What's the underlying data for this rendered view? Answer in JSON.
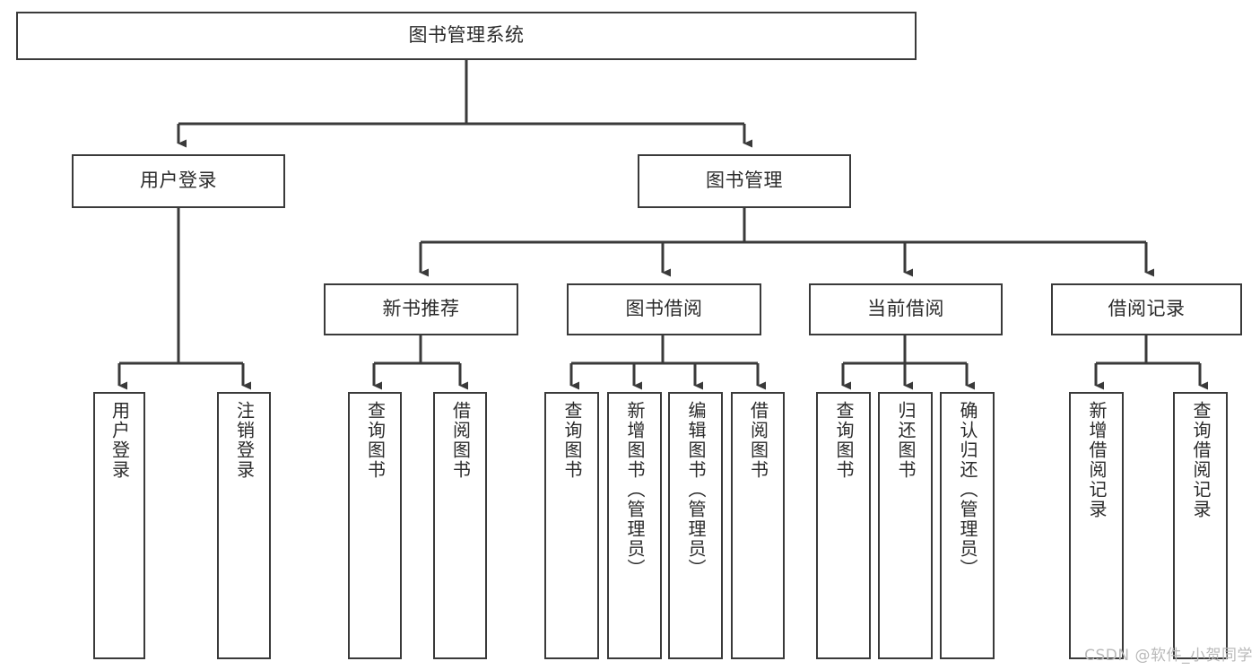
{
  "diagram": {
    "title": "图书管理系统",
    "type": "tree",
    "background_color": "#ffffff",
    "node_border_color": "#3a3a3a",
    "node_fill_color": "#ffffff",
    "text_color": "#2b2b2b",
    "levels": [
      {
        "level": 1,
        "nodes": [
          {
            "id": "root",
            "label": "图书管理系统",
            "orientation": "horizontal"
          }
        ]
      },
      {
        "level": 2,
        "nodes": [
          {
            "id": "user-login",
            "label": "用户登录",
            "orientation": "horizontal",
            "parent": "root"
          },
          {
            "id": "book-manage",
            "label": "图书管理",
            "orientation": "horizontal",
            "parent": "root"
          }
        ]
      },
      {
        "level": 3,
        "nodes": [
          {
            "id": "new-book-rec",
            "label": "新书推荐",
            "orientation": "horizontal",
            "parent": "book-manage"
          },
          {
            "id": "book-borrow",
            "label": "图书借阅",
            "orientation": "horizontal",
            "parent": "book-manage"
          },
          {
            "id": "current-borrow",
            "label": "当前借阅",
            "orientation": "horizontal",
            "parent": "book-manage"
          },
          {
            "id": "borrow-record",
            "label": "借阅记录",
            "orientation": "horizontal",
            "parent": "book-manage"
          }
        ]
      },
      {
        "level": 4,
        "nodes": [
          {
            "id": "leaf-user-login",
            "label": "用户登录",
            "orientation": "vertical",
            "parent": "user-login"
          },
          {
            "id": "leaf-user-logout",
            "label": "注销登录",
            "orientation": "vertical",
            "parent": "user-login"
          },
          {
            "id": "leaf-query-book-1",
            "label": "查询图书",
            "orientation": "vertical",
            "parent": "new-book-rec"
          },
          {
            "id": "leaf-borrow-book-1",
            "label": "借阅图书",
            "orientation": "vertical",
            "parent": "new-book-rec"
          },
          {
            "id": "leaf-query-book-2",
            "label": "查询图书",
            "orientation": "vertical",
            "parent": "book-borrow"
          },
          {
            "id": "leaf-add-book",
            "label": "新增图书（管理员）",
            "orientation": "vertical",
            "parent": "book-borrow"
          },
          {
            "id": "leaf-edit-book",
            "label": "编辑图书（管理员）",
            "orientation": "vertical",
            "parent": "book-borrow"
          },
          {
            "id": "leaf-borrow-book-2",
            "label": "借阅图书",
            "orientation": "vertical",
            "parent": "book-borrow"
          },
          {
            "id": "leaf-query-book-3",
            "label": "查询图书",
            "orientation": "vertical",
            "parent": "current-borrow"
          },
          {
            "id": "leaf-return-book",
            "label": "归还图书",
            "orientation": "vertical",
            "parent": "current-borrow"
          },
          {
            "id": "leaf-confirm-return",
            "label": "确认归还（管理员）",
            "orientation": "vertical",
            "parent": "current-borrow"
          },
          {
            "id": "leaf-add-record",
            "label": "新增借阅记录",
            "orientation": "vertical",
            "parent": "borrow-record"
          },
          {
            "id": "leaf-query-record",
            "label": "查询借阅记录",
            "orientation": "vertical",
            "parent": "borrow-record"
          }
        ]
      }
    ]
  },
  "watermark": {
    "text": "CSDN @软件_小贺同学"
  }
}
